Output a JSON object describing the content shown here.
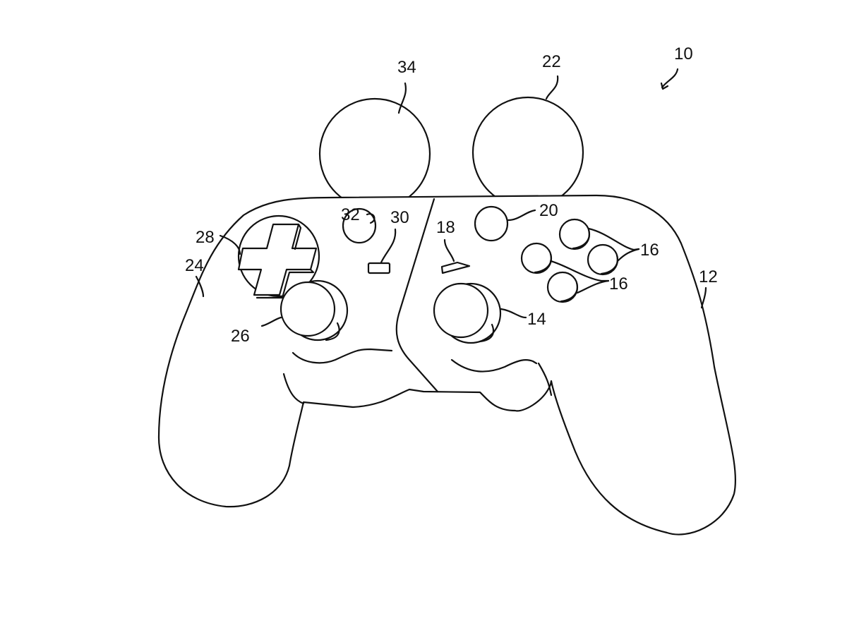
{
  "figure": {
    "subject": "game controller with two spherical tracking lights",
    "reference_numerals": {
      "device": "10",
      "housing_right": "12",
      "right_joystick": "14",
      "action_buttons_upper": "16",
      "action_buttons_lower": "16",
      "right_small_button": "18",
      "right_round_button": "20",
      "right_sphere": "22",
      "housing_left": "24",
      "left_joystick": "26",
      "directional_pad": "28",
      "left_small_button": "30",
      "left_round_button": "32",
      "left_sphere": "34"
    },
    "colors": {
      "line": "#111111",
      "background": "#ffffff"
    }
  }
}
